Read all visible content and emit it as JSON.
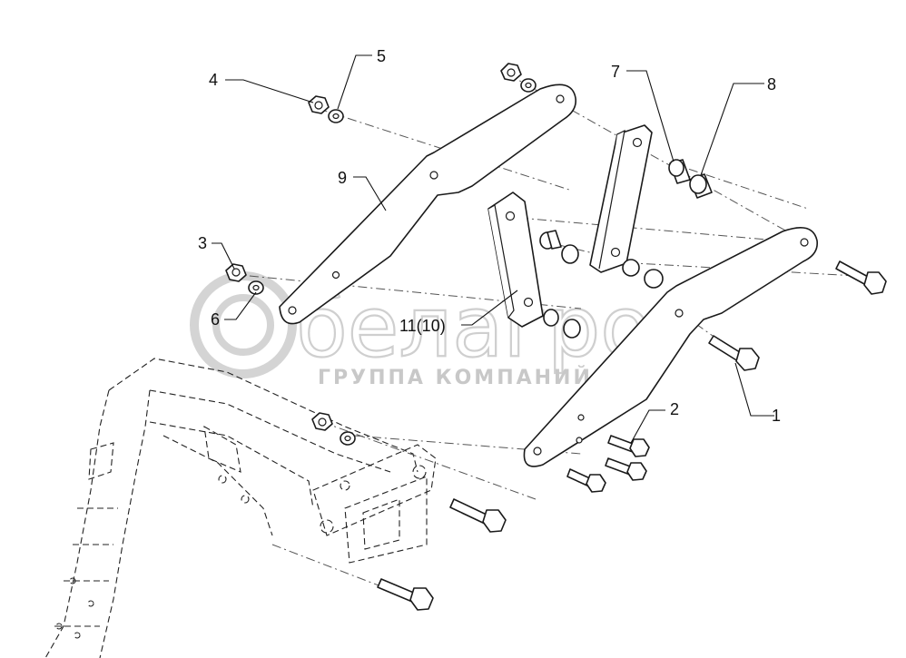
{
  "watermark": {
    "brand": "белагро",
    "subtitle": "ГРУППА КОМПАНИЙ"
  },
  "callouts": [
    {
      "id": "1",
      "label": "1"
    },
    {
      "id": "2",
      "label": "2"
    },
    {
      "id": "3",
      "label": "3"
    },
    {
      "id": "4",
      "label": "4"
    },
    {
      "id": "5",
      "label": "5"
    },
    {
      "id": "6",
      "label": "6"
    },
    {
      "id": "7",
      "label": "7"
    },
    {
      "id": "8",
      "label": "8"
    },
    {
      "id": "9",
      "label": "9"
    },
    {
      "id": "11",
      "label": "11(10)"
    }
  ]
}
